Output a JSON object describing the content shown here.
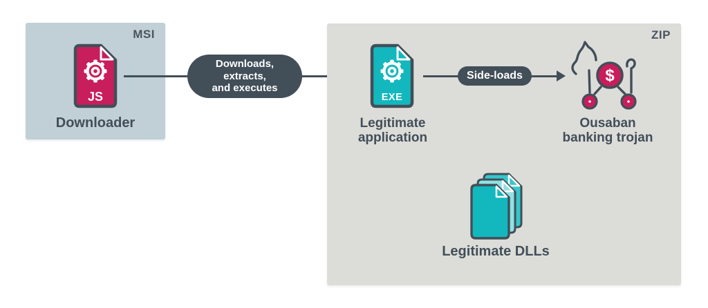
{
  "msi_group": {
    "tag": "MSI",
    "downloader_label": "Downloader",
    "file_type": "JS"
  },
  "flow": {
    "step1_label": "Downloads,\nextracts,\nand executes",
    "step2_label": "Side-loads"
  },
  "zip_group": {
    "tag": "ZIP",
    "application_label": "Legitimate\napplication",
    "application_file_type": "EXE",
    "trojan_label": "Ousaban\nbanking trojan",
    "trojan_coin_symbol": "$",
    "dlls_label": "Legitimate DLLs"
  },
  "colors": {
    "accent_magenta": "#c81e5b",
    "accent_teal": "#12b8bd",
    "dark_slate": "#424e58",
    "msi_box_bg": "#c0d0d6",
    "zip_box_bg": "#dcddd9"
  }
}
